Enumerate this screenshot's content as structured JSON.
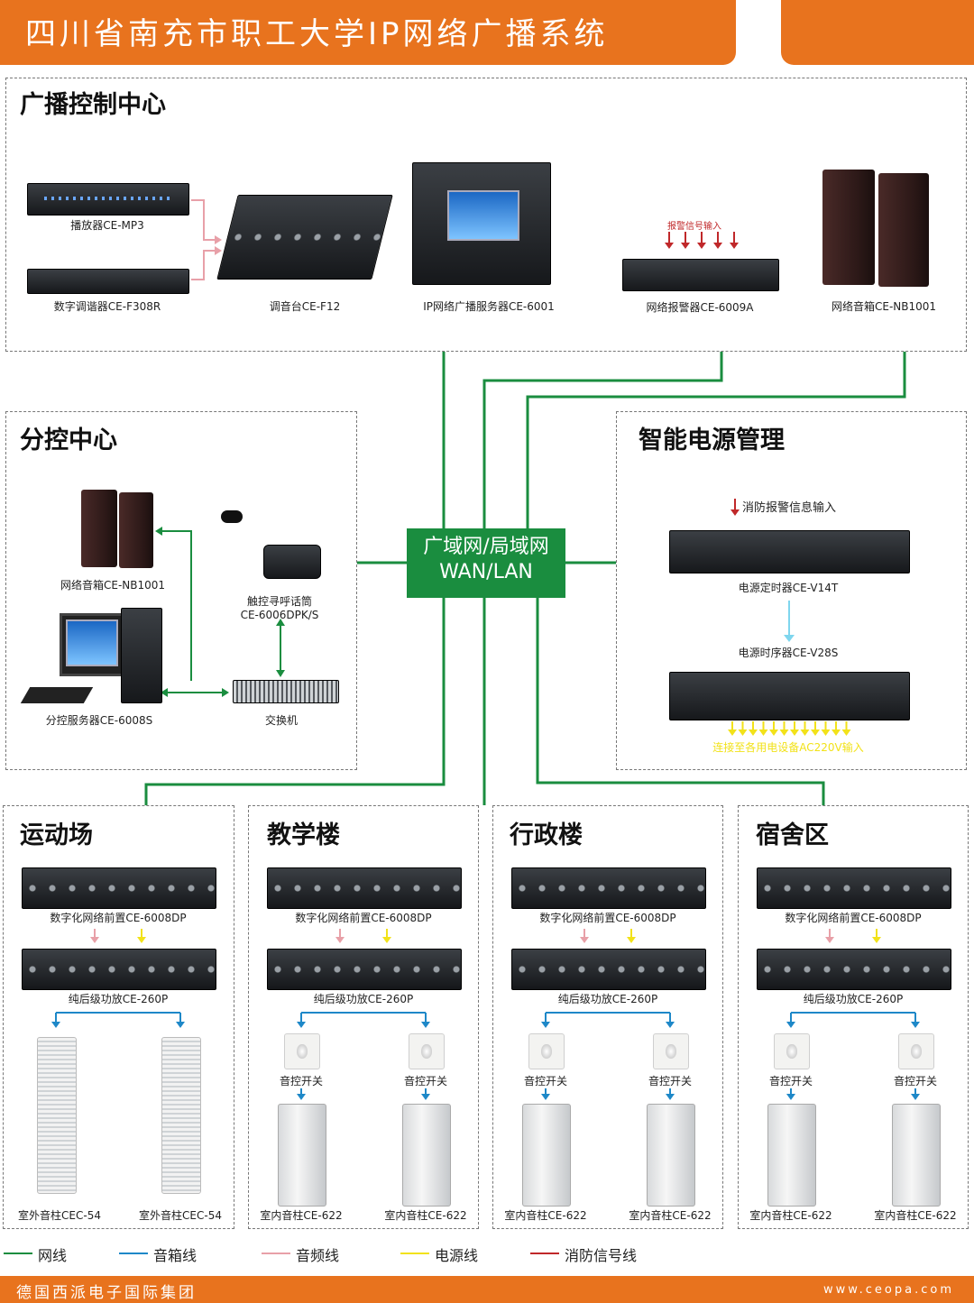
{
  "header": {
    "title": "四川省南充市职工大学IP网络广播系统"
  },
  "panels": {
    "control_center": {
      "title": "广播控制中心"
    },
    "sub_control": {
      "title": "分控中心"
    },
    "power": {
      "title": "智能电源管理"
    },
    "stadium": {
      "title": "运动场"
    },
    "teaching": {
      "title": "教学楼"
    },
    "admin": {
      "title": "行政楼"
    },
    "dorm": {
      "title": "宿舍区"
    }
  },
  "control_devices": {
    "player": "播放器CE-MP3",
    "tuner": "数字调谐器CE-F308R",
    "mixer": "调音台CE-F12",
    "server": "IP网络广播服务器CE-6001",
    "alarm": "网络报警器CE-6009A",
    "alarm_input": "报警信号输入",
    "speaker": "网络音箱CE-NB1001"
  },
  "sub_devices": {
    "speaker": "网络音箱CE-NB1001",
    "mic_line1": "触控寻呼话筒",
    "mic_line2": "CE-6006DPK/S",
    "server": "分控服务器CE-6008S",
    "switch": "交换机"
  },
  "network": {
    "line1": "广域网/局域网",
    "line2": "WAN/LAN"
  },
  "power_devices": {
    "fire_input": "消防报警信息输入",
    "timer": "电源定时器CE-V14T",
    "sequencer": "电源时序器CE-V28S",
    "ac_note": "连接至各用电设备AC220V输入"
  },
  "zone_devices": {
    "preamp": "数字化网络前置CE-6008DP",
    "amp": "纯后级功放CE-260P",
    "volume": "音控开关",
    "outdoor_col": "室外音柱CEC-54",
    "indoor_col": "室内音柱CE-622"
  },
  "legend": [
    {
      "label": "网线",
      "color": "#1a8d3f"
    },
    {
      "label": "音箱线",
      "color": "#1e88c8"
    },
    {
      "label": "音频线",
      "color": "#e8a0a8"
    },
    {
      "label": "电源线",
      "color": "#f2e21a"
    },
    {
      "label": "消防信号线",
      "color": "#c0282a"
    }
  ],
  "footer": {
    "company": "德国西派电子国际集团",
    "website": "www.ceopa.com"
  }
}
